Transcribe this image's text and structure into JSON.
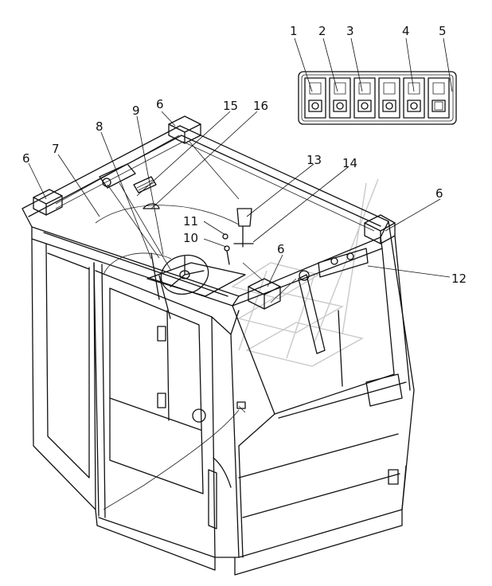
{
  "callouts": [
    {
      "id": "c1",
      "label": "1"
    },
    {
      "id": "c2",
      "label": "2"
    },
    {
      "id": "c3",
      "label": "3"
    },
    {
      "id": "c4",
      "label": "4"
    },
    {
      "id": "c5",
      "label": "5"
    },
    {
      "id": "c6a",
      "label": "6"
    },
    {
      "id": "c6b",
      "label": "6"
    },
    {
      "id": "c6c",
      "label": "6"
    },
    {
      "id": "c6d",
      "label": "6"
    },
    {
      "id": "c7",
      "label": "7"
    },
    {
      "id": "c8",
      "label": "8"
    },
    {
      "id": "c9",
      "label": "9"
    },
    {
      "id": "c10",
      "label": "10"
    },
    {
      "id": "c11",
      "label": "11"
    },
    {
      "id": "c12",
      "label": "12"
    },
    {
      "id": "c13",
      "label": "13"
    },
    {
      "id": "c14",
      "label": "14"
    },
    {
      "id": "c15",
      "label": "15"
    },
    {
      "id": "c16",
      "label": "16"
    }
  ],
  "switch_panel": {
    "switches": [
      {
        "name": "switch-1-icon"
      },
      {
        "name": "switch-2-icon"
      },
      {
        "name": "switch-3-icon"
      },
      {
        "name": "switch-4-icon"
      },
      {
        "name": "switch-5-icon"
      },
      {
        "name": "switch-blank-icon"
      }
    ]
  }
}
